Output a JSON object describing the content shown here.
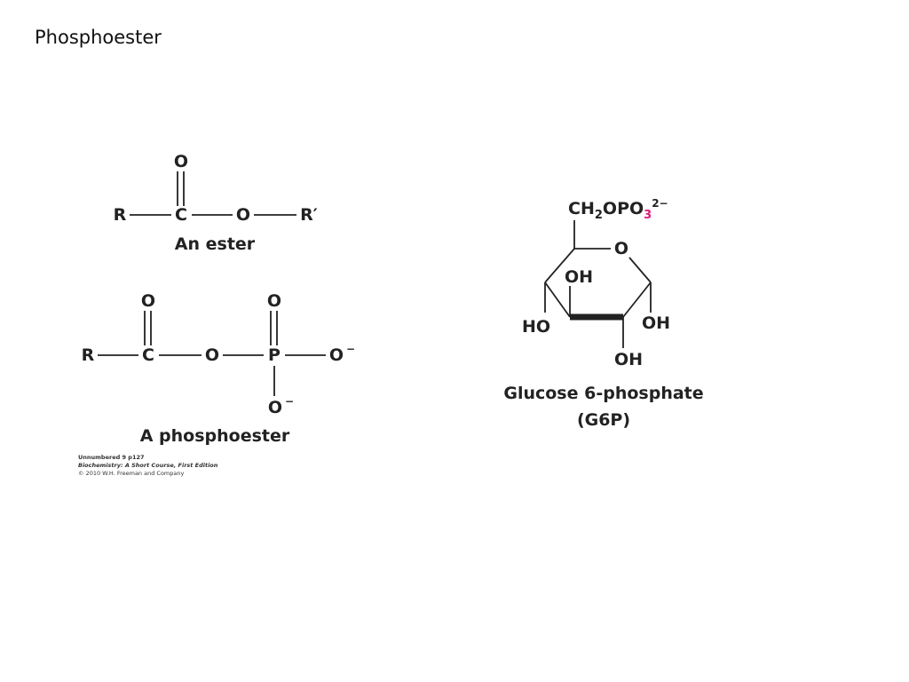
{
  "slide": {
    "title": "Phosphoester"
  },
  "ester": {
    "atoms": {
      "r": "R",
      "c": "C",
      "o_double": "O",
      "o_bridge": "O",
      "r_prime": "R′"
    },
    "caption": "An ester"
  },
  "phosphoester": {
    "atoms": {
      "r": "R",
      "c": "C",
      "o_double_c": "O",
      "o_bridge": "O",
      "p": "P",
      "o_double_p": "O",
      "o_right": "O",
      "o_bottom": "O",
      "charge": "−"
    },
    "caption": "A phosphoester"
  },
  "credit": {
    "line1": "Unnumbered 9 p127",
    "line2": "Biochemistry: A Short Course, First Edition",
    "line3": "© 2010 W.H. Freeman and Company"
  },
  "g6p": {
    "substituent": {
      "ch": "CH",
      "sub2": "2",
      "o": "O",
      "po": "PO",
      "sub3": "3",
      "charge": "2−"
    },
    "ring_oxygen": "O",
    "oh_top": "OH",
    "ho_left": "HO",
    "oh_right": "OH",
    "oh_bottom": "OH",
    "caption_line1": "Glucose 6-phosphate",
    "caption_line2": "(G6P)",
    "colors": {
      "phosphate": "#e0187a"
    }
  }
}
